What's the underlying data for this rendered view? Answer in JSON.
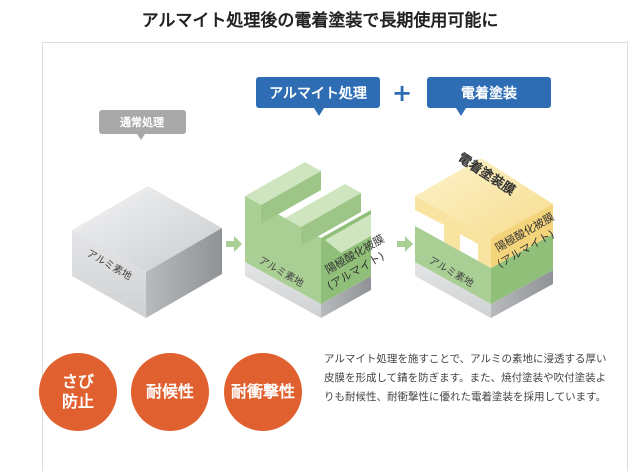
{
  "title": "アルマイト処理後の電着塗装で長期使用可能に",
  "labels": {
    "normal": "通常処理",
    "alumite": "アルマイト処理",
    "plus": "+",
    "electro": "電着塗装"
  },
  "cubes": {
    "base": "アルミ素地",
    "anodic_line1": "陽極酸化被膜",
    "anodic_line2": "(アルマイト)",
    "coating": "電着塗装膜"
  },
  "features": [
    {
      "line1": "さび",
      "line2": "防止"
    },
    {
      "line1": "耐候性",
      "line2": ""
    },
    {
      "line1": "耐衝撃性",
      "line2": ""
    }
  ],
  "description": "アルマイト処理を施すことで、アルミの素地に浸透する厚い皮膜を形成して錆を防ぎます。また、焼付塗装や吹付塗装よりも耐候性、耐衝撃性に優れた電着塗装を採用しています。",
  "colors": {
    "blue": "#2e6db4",
    "gray_label": "#a9a9a9",
    "orange": "#e0612f",
    "green": "#a9cf94",
    "yellow": "#f9e3a0"
  }
}
